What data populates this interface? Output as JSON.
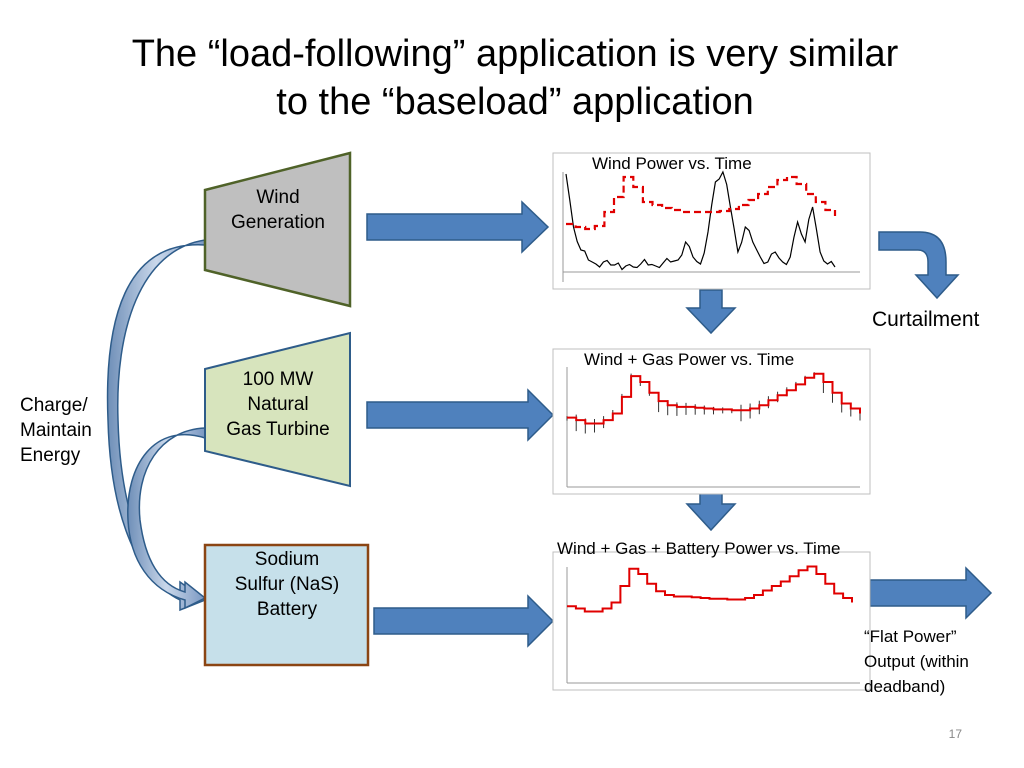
{
  "title": {
    "line1": "The “load-following” application is very similar",
    "line2": "to the “baseload” application"
  },
  "boxes": {
    "wind": [
      "Wind",
      "Generation"
    ],
    "gas": [
      "100 MW",
      "Natural",
      "Gas Turbine"
    ],
    "battery": [
      "Sodium",
      "Sulfur (NaS)",
      "Battery"
    ]
  },
  "labels": {
    "charge": [
      "Charge/",
      "Maintain",
      "Energy"
    ],
    "curtailment": "Curtailment",
    "flat_power": [
      "“Flat Power”",
      "Output (within",
      "deadband)"
    ]
  },
  "colors": {
    "wind_box": "#bfbfbf",
    "wind_border": "#4f6228",
    "gas_box": "#d7e4bd",
    "gas_border": "#2e5c8a",
    "battery_box": "#c6e0ea",
    "battery_border": "#8b4513",
    "arrow": "#4f81bd",
    "arrow_border": "#2e5c8a",
    "red_series": "#e00000",
    "black_series": "#000000"
  },
  "page_number": "17",
  "chart_data": [
    {
      "type": "line",
      "title": "Wind Power vs. Time",
      "series": [
        {
          "style": "black",
          "values": [
            0.98,
            0.45,
            0.22,
            0.12,
            0.08,
            0.1,
            0.07,
            0.09,
            0.06,
            0.05,
            0.08,
            0.07,
            0.06,
            0.09,
            0.1,
            0.12,
            0.3,
            0.15,
            0.08,
            0.4,
            0.9,
            1.0,
            0.65,
            0.2,
            0.45,
            0.3,
            0.15,
            0.1,
            0.2,
            0.1,
            0.15,
            0.5,
            0.3,
            0.65,
            0.2,
            0.08,
            0.05
          ]
        },
        {
          "style": "red-dashed",
          "values": [
            0.48,
            0.45,
            0.43,
            0.46,
            0.6,
            0.75,
            0.95,
            0.85,
            0.7,
            0.67,
            0.64,
            0.62,
            0.6,
            0.6,
            0.6,
            0.6,
            0.61,
            0.63,
            0.67,
            0.72,
            0.78,
            0.85,
            0.92,
            0.95,
            0.88,
            0.78,
            0.7,
            0.62,
            0.56
          ]
        }
      ]
    },
    {
      "type": "line",
      "title": "Wind + Gas Power vs. Time",
      "series": [
        {
          "style": "red-with-black-noise",
          "values": [
            0.45,
            0.42,
            0.38,
            0.38,
            0.42,
            0.5,
            0.7,
            0.95,
            0.88,
            0.75,
            0.65,
            0.6,
            0.58,
            0.58,
            0.57,
            0.56,
            0.55,
            0.55,
            0.54,
            0.54,
            0.56,
            0.6,
            0.66,
            0.72,
            0.78,
            0.85,
            0.93,
            0.98,
            0.88,
            0.75,
            0.62,
            0.56,
            0.5
          ]
        }
      ]
    },
    {
      "type": "line",
      "title": "Wind + Gas + Battery Power vs. Time",
      "series": [
        {
          "style": "red-step",
          "values": [
            0.45,
            0.42,
            0.38,
            0.38,
            0.42,
            0.5,
            0.72,
            0.95,
            0.88,
            0.75,
            0.65,
            0.6,
            0.58,
            0.58,
            0.57,
            0.56,
            0.55,
            0.55,
            0.54,
            0.54,
            0.56,
            0.6,
            0.66,
            0.72,
            0.78,
            0.85,
            0.93,
            0.98,
            0.88,
            0.75,
            0.62,
            0.56,
            0.5
          ]
        }
      ]
    }
  ]
}
